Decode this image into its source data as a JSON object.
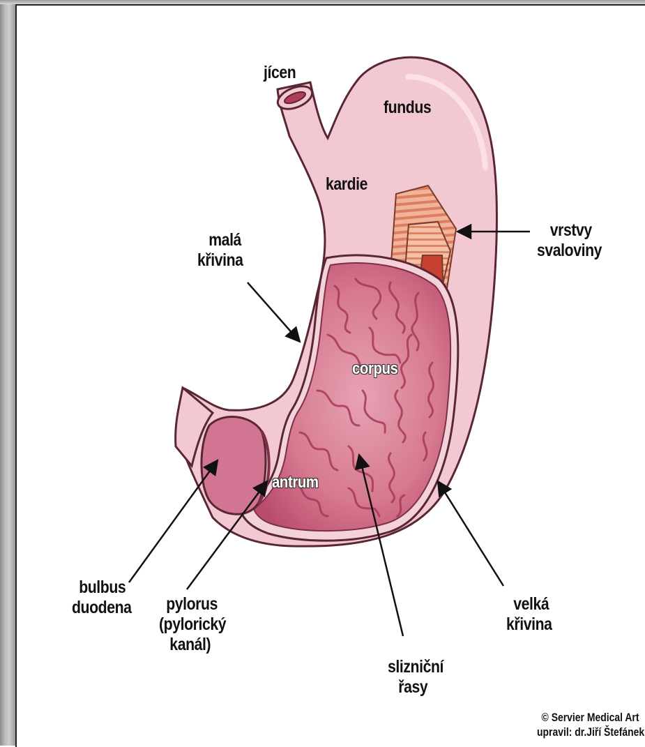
{
  "labels": {
    "jicen": "jícen",
    "fundus": "fundus",
    "kardie": "kardie",
    "mala_krivina": [
      "malá",
      "křivina"
    ],
    "vrstvy_svaloviny": [
      "vrstvy",
      "svaloviny"
    ],
    "corpus": "corpus",
    "antrum": "antrum",
    "bulbus_duodena": [
      "bulbus",
      "duodena"
    ],
    "pylorus": [
      "pylorus",
      "(pylorický",
      "kanál)"
    ],
    "slizncni_rasy": [
      "slizniční",
      "řasy"
    ],
    "velka_krivina": [
      "velká",
      "křivina"
    ]
  },
  "credits": [
    "© Servier Medical Art",
    "upravil: dr.Jiří Štefánek"
  ],
  "colors": {
    "stomach_outer": "#f2c9d3",
    "stomach_outline": "#5a2633",
    "mucosa": "#cf6585",
    "muscle": "#e28a6a"
  }
}
